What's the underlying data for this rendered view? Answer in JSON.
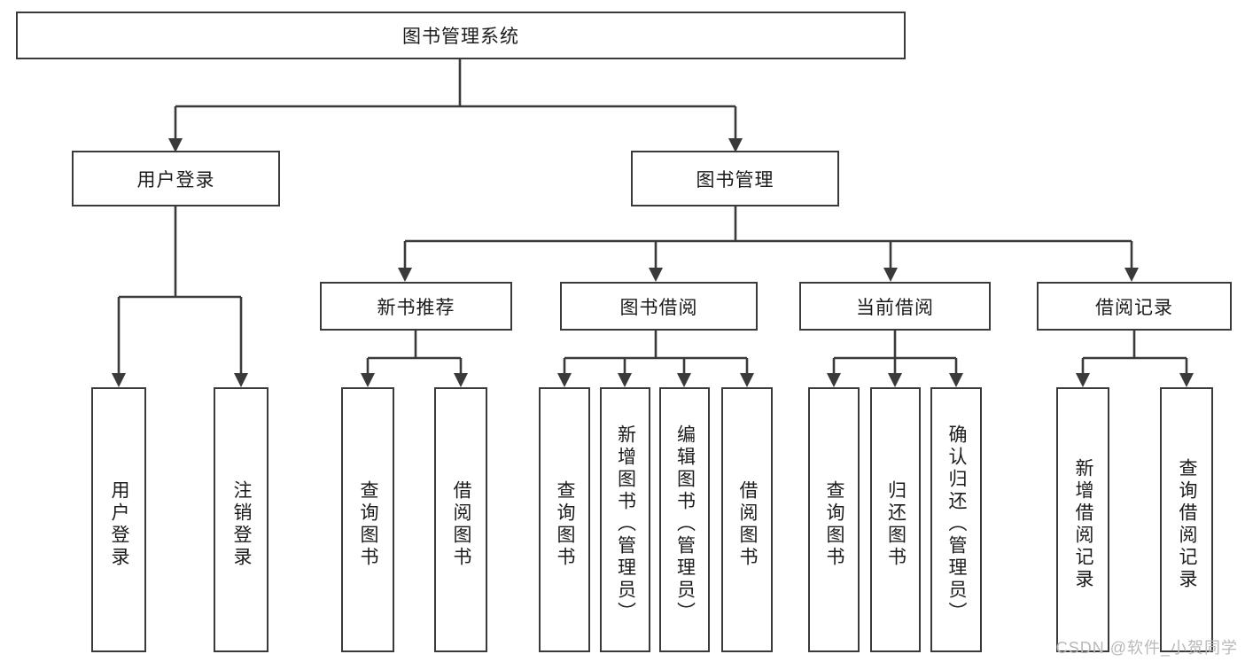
{
  "diagram": {
    "title": "图书管理系统",
    "type": "tree-hierarchy",
    "watermark": "CSDN @软件_小贺同学",
    "root": {
      "id": "root",
      "label": "图书管理系统"
    },
    "level2": [
      {
        "id": "user-login",
        "label": "用户登录"
      },
      {
        "id": "book-management",
        "label": "图书管理"
      }
    ],
    "level3": [
      {
        "id": "new-book-recommend",
        "label": "新书推荐"
      },
      {
        "id": "book-borrow",
        "label": "图书借阅"
      },
      {
        "id": "current-borrow",
        "label": "当前借阅"
      },
      {
        "id": "borrow-record",
        "label": "借阅记录"
      }
    ],
    "leaves": {
      "user_login": [
        {
          "id": "leaf-user-login",
          "label": "用户登录"
        },
        {
          "id": "leaf-logout-login",
          "label": "注销登录"
        }
      ],
      "new_book_recommend": [
        {
          "id": "leaf-query-book-1",
          "label": "查询图书"
        },
        {
          "id": "leaf-borrow-book-1",
          "label": "借阅图书"
        }
      ],
      "book_borrow": [
        {
          "id": "leaf-query-book-2",
          "label": "查询图书"
        },
        {
          "id": "leaf-add-book",
          "label": "新增图书（管理员）"
        },
        {
          "id": "leaf-edit-book",
          "label": "编辑图书（管理员）"
        },
        {
          "id": "leaf-borrow-book-2",
          "label": "借阅图书"
        }
      ],
      "current_borrow": [
        {
          "id": "leaf-query-book-3",
          "label": "查询图书"
        },
        {
          "id": "leaf-return-book",
          "label": "归还图书"
        },
        {
          "id": "leaf-confirm-return",
          "label": "确认归还（管理员）"
        }
      ],
      "borrow_record": [
        {
          "id": "leaf-add-record",
          "label": "新增借阅记录"
        },
        {
          "id": "leaf-query-record",
          "label": "查询借阅记录"
        }
      ]
    },
    "colors": {
      "stroke": "#3a3a3a",
      "background": "#ffffff",
      "text": "#1b1b1b",
      "watermark": "#b9b9b9"
    }
  }
}
